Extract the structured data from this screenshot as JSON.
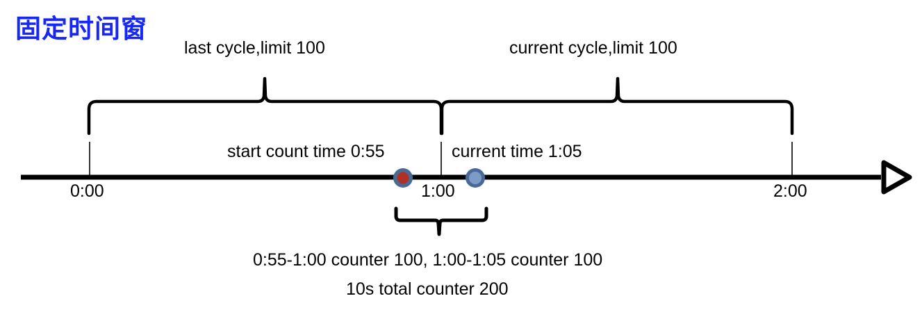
{
  "diagram": {
    "title": "固定时间窗",
    "title_color": "#1728F5",
    "background": "#ffffff",
    "stroke_color": "#000000"
  },
  "braces": {
    "last_cycle_label": "last cycle,limit 100",
    "current_cycle_label": "current cycle,limit 100"
  },
  "axis": {
    "arrow_icon": "arrow-right-triangle",
    "ticks": [
      {
        "label": "0:00"
      },
      {
        "label": "1:00"
      },
      {
        "label": "2:00"
      }
    ]
  },
  "markers": [
    {
      "name": "start-count-marker",
      "label": "start count time 0:55",
      "fill": "#B03025",
      "ring": "#4A6A96"
    },
    {
      "name": "current-time-marker",
      "label": "current time 1:05",
      "fill": "#7C9BC8",
      "ring": "#4A6A96"
    }
  ],
  "summary": {
    "line1": "0:55-1:00 counter 100, 1:00-1:05 counter 100",
    "line2": "10s total counter 200"
  },
  "chart_data": {
    "type": "timeline",
    "title": "固定时间窗",
    "xlabel": "",
    "ylabel": "",
    "axis_ticks": [
      "0:00",
      "1:00",
      "2:00"
    ],
    "windows": [
      {
        "name": "last cycle",
        "start": "0:00",
        "end": "1:00",
        "limit": 100
      },
      {
        "name": "current cycle",
        "start": "1:00",
        "end": "2:00",
        "limit": 100
      }
    ],
    "events": [
      {
        "name": "start count time",
        "time": "0:55",
        "color": "#B03025"
      },
      {
        "name": "current time",
        "time": "1:05",
        "color": "#7C9BC8"
      }
    ],
    "counters": [
      {
        "range": "0:55-1:00",
        "value": 100
      },
      {
        "range": "1:00-1:05",
        "value": 100
      }
    ],
    "total": {
      "window": "10s",
      "value": 200
    }
  }
}
